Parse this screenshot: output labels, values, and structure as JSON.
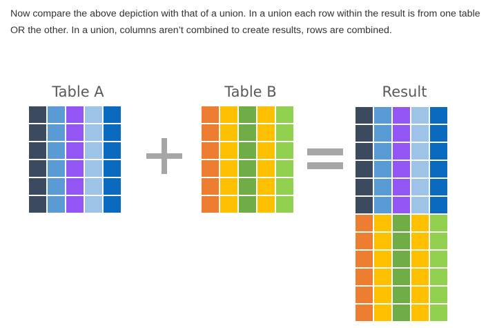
{
  "intro_text": "Now compare the above depiction with that of a union.  In a union each row within the result is from one table OR the other.  In a union, columns aren’t combined to create results, rows are combined.",
  "diagram": {
    "table_a": {
      "title": "Table A",
      "rows": 6,
      "column_colors": [
        "#3b4a5e",
        "#5b9bd5",
        "#9455f5",
        "#9dc3e6",
        "#0a6abf"
      ]
    },
    "table_b": {
      "title": "Table B",
      "rows": 6,
      "column_colors": [
        "#ed7d31",
        "#ffc000",
        "#70ad47",
        "#ffc000",
        "#92d050"
      ]
    },
    "result": {
      "title": "Result"
    },
    "plus_operator_icon": "plus-icon",
    "equals_operator_icon": "equals-icon",
    "operator_color": "#a6a6a6"
  }
}
